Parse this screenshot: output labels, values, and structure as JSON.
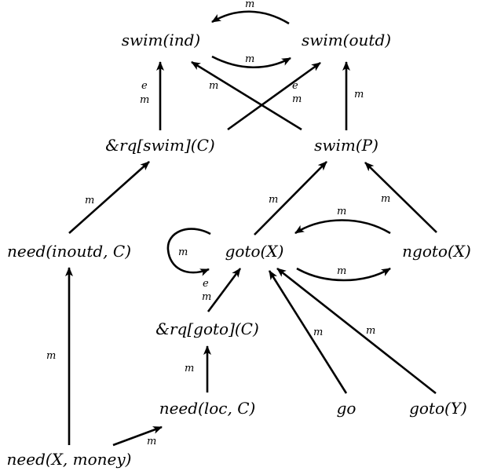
{
  "nodes": {
    "swim_ind": "swim(ind)",
    "swim_outd": "swim(outd)",
    "rq_swim": "&rq[swim](C)",
    "swim_P": "swim(P)",
    "need_inoutd": "need(inoutd, C)",
    "goto_X": "goto(X)",
    "ngoto_X": "ngoto(X)",
    "rq_goto": "&rq[goto](C)",
    "need_loc": "need(loc, C)",
    "go": "go",
    "goto_Y": "goto(Y)",
    "need_money": "need(X, money)"
  },
  "edge_labels": {
    "m": "m",
    "e": "e"
  }
}
